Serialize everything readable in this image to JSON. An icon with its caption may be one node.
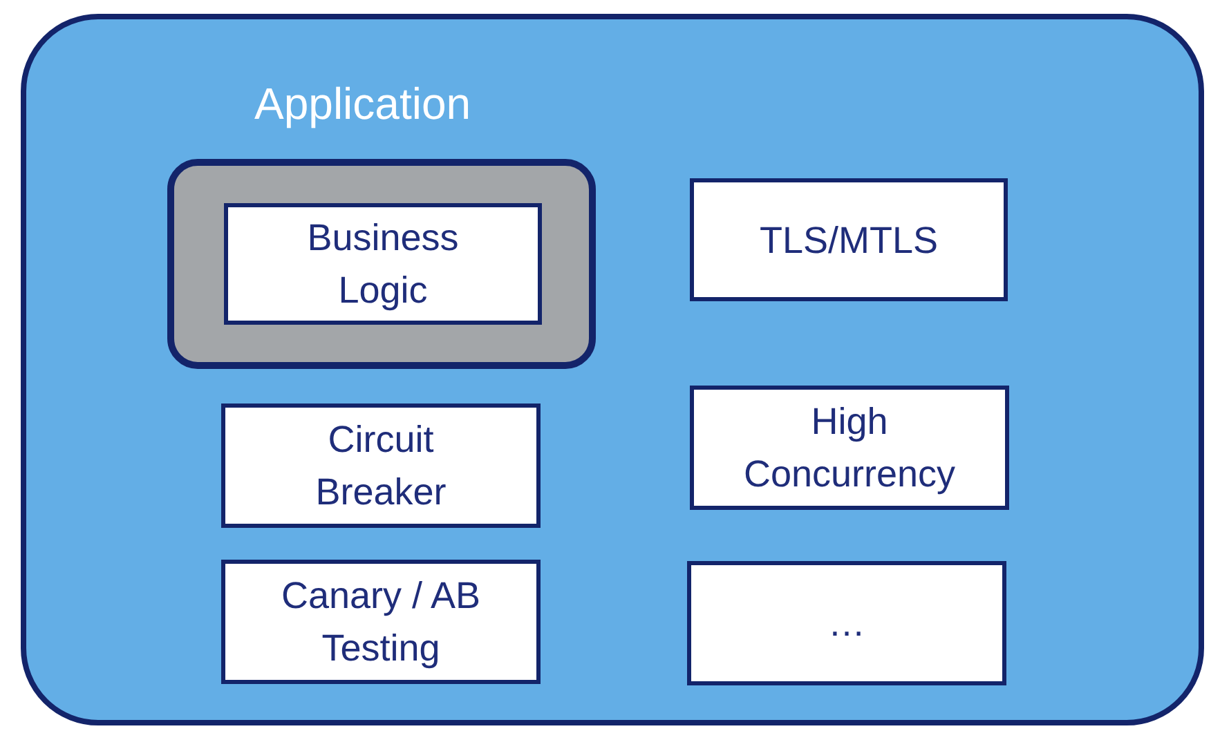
{
  "diagram": {
    "nodes": [
      {
        "text": [
          "Application"
        ]
      },
      {
        "text": [],
        "shape": "box",
        "in": 0
      },
      {
        "text": [
          "Business Logic"
        ],
        "in": 1
      },
      {
        "text": [
          "TLS/MTLS"
        ],
        "in": 0
      },
      {
        "text": [
          "Circuit Breaker"
        ],
        "in": 0
      },
      {
        "text": [
          "High Concurrency"
        ],
        "in": 0
      },
      {
        "text": [
          "Canary / AB Testing"
        ],
        "in": 0
      },
      {
        "text": [
          "…"
        ],
        "in": 0
      }
    ]
  }
}
